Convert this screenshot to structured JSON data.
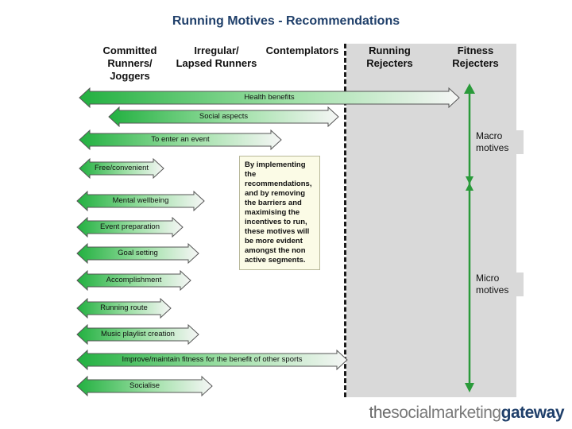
{
  "title": "Running Motives - Recommendations",
  "segments": [
    "Committed Runners/ Joggers",
    "Irregular/ Lapsed Runners",
    "Contemplators",
    "Running Rejecters",
    "Fitness Rejecters"
  ],
  "arrows": [
    {
      "label": "Health benefits",
      "type": "double",
      "from_segment": 1,
      "to_segment": 5
    },
    {
      "label": "Social aspects",
      "type": "double",
      "from_segment": 1,
      "to_segment": 3
    },
    {
      "label": "To enter an event",
      "type": "double",
      "from_segment": 1,
      "to_segment": 3
    },
    {
      "label": "Free/convenient",
      "type": "double",
      "from_segment": 1,
      "to_segment": 1
    },
    {
      "label": "Mental wellbeing",
      "type": "double",
      "from_segment": 1,
      "to_segment": 2
    },
    {
      "label": "Event preparation",
      "type": "double",
      "from_segment": 1,
      "to_segment": 2
    },
    {
      "label": "Goal setting",
      "type": "double",
      "from_segment": 1,
      "to_segment": 2
    },
    {
      "label": "Accomplishment",
      "type": "double",
      "from_segment": 1,
      "to_segment": 2
    },
    {
      "label": "Running route",
      "type": "double",
      "from_segment": 1,
      "to_segment": 2
    },
    {
      "label": "Music playlist creation",
      "type": "double",
      "from_segment": 1,
      "to_segment": 2
    },
    {
      "label": "Improve/maintain fitness for the benefit of other sports",
      "type": "double",
      "from_segment": 1,
      "to_segment": 3
    },
    {
      "label": "Socialise",
      "type": "double",
      "from_segment": 1,
      "to_segment": 2
    }
  ],
  "note": "By implementing the recommendations, and by removing the barriers and maximising the incentives to run, these motives will be more evident amongst the non active segments.",
  "motive_scale": {
    "macro": "Macro motives",
    "micro": "Micro motives"
  },
  "logo": {
    "part1": "the",
    "part2": "socialmarketing",
    "part3": "gateway"
  },
  "colors": {
    "arrow_green": "#2db84a",
    "arrow_light": "#f4f4f4",
    "outline": "#555555",
    "grey_zone": "#d9d9d9",
    "title": "#1f3f6a",
    "scale_arrow": "#2a9a3a"
  }
}
